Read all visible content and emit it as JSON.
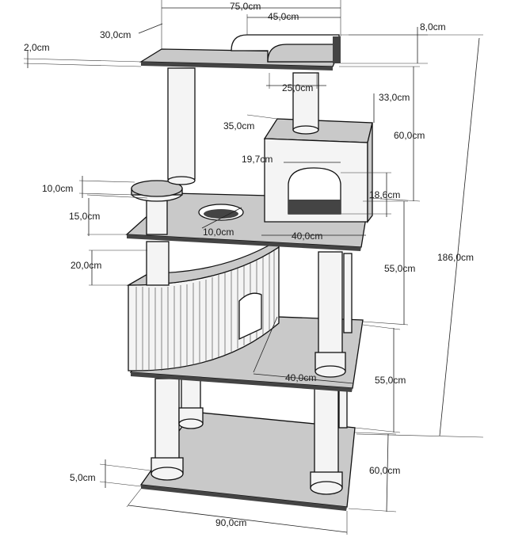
{
  "dimensions": {
    "top_total_width": "75,0cm",
    "top_bed_width": "45,0cm",
    "top_bed_height": "8,0cm",
    "top_depth": "30,0cm",
    "top_thickness": "2,0cm",
    "upper_post_width": "25,0cm",
    "house_depth": "33,0cm",
    "house_width": "35,0cm",
    "upper_section_height": "60,0cm",
    "door_width": "19,7cm",
    "door_height": "18,6cm",
    "small_platform": "10,0cm",
    "small_post": "15,0cm",
    "hole_diameter": "10,0cm",
    "house_base": "40,0cm",
    "middle_gap": "20,0cm",
    "middle_section_height": "55,0cm",
    "total_height": "186,0cm",
    "quarter_radius": "40,0cm",
    "lower_section_height": "55,0cm",
    "base_thickness": "5,0cm",
    "base_depth": "60,0cm",
    "base_width": "90,0cm"
  }
}
